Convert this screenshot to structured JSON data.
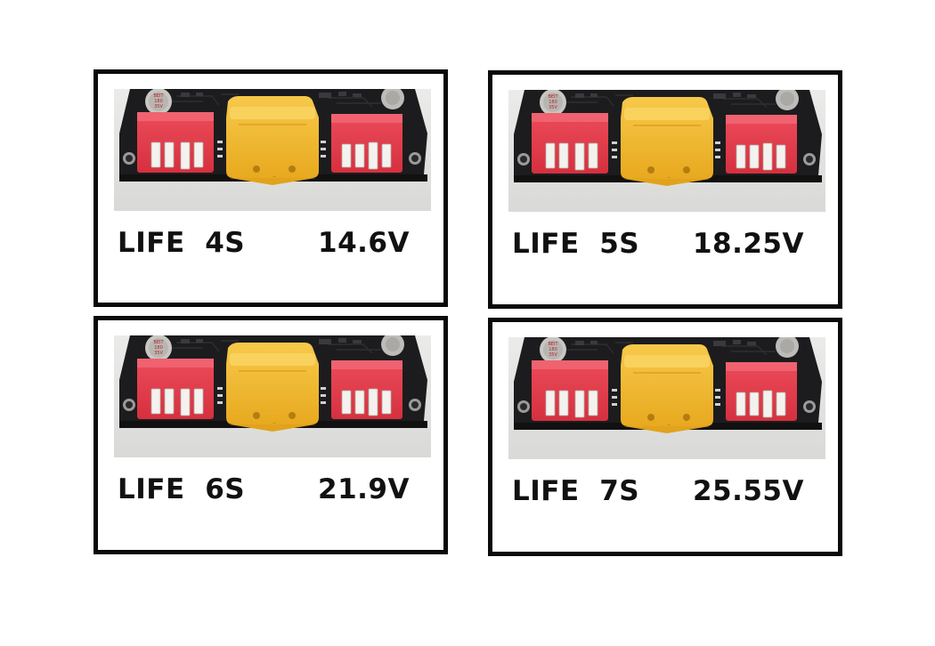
{
  "cards": [
    {
      "chemistry": "LIFE",
      "cells": "4S",
      "voltage": "14.6V"
    },
    {
      "chemistry": "LIFE",
      "cells": "5S",
      "voltage": "18.25V"
    },
    {
      "chemistry": "LIFE",
      "cells": "6S",
      "voltage": "21.9V"
    },
    {
      "chemistry": "LIFE",
      "cells": "7S",
      "voltage": "25.55V"
    }
  ],
  "colors": {
    "frame": "#0a0a0a",
    "pcb": "#1c1c1e",
    "red_jumper": "#e23a4a",
    "xt60_yellow": "#f2b92e",
    "backdrop": "#e4e4e2"
  },
  "photo": {
    "subject": "board-photo",
    "capacitor_marking": [
      "BEIT",
      "180",
      "35V"
    ]
  }
}
